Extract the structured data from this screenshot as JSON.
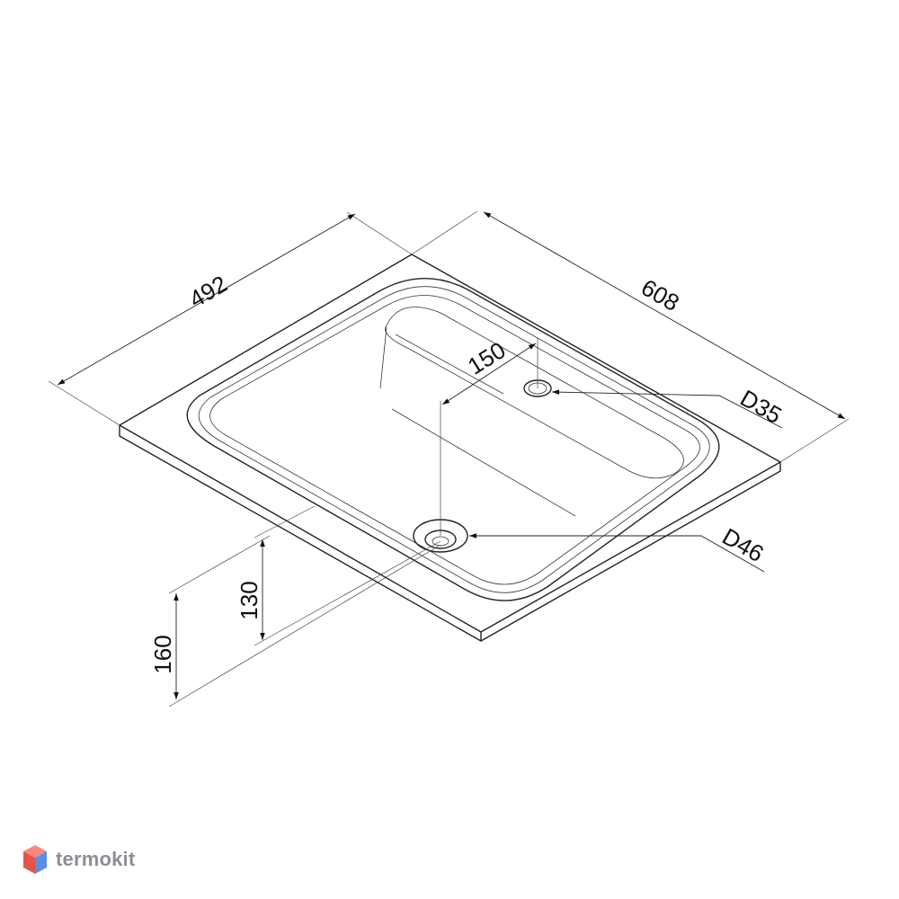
{
  "dimensions": {
    "width_left": "492",
    "width_right": "608",
    "offset_holes": "150",
    "drain_offset": "130",
    "drain_offset_full": "160",
    "faucet_hole": "D35",
    "drain_hole": "D46"
  },
  "logo": {
    "text": "termokit",
    "icon": "cube-logo-icon"
  },
  "colors": {
    "line": "#222222",
    "logo_text": "#8a8f96",
    "logo_top": "#f28b82",
    "logo_left": "#e5534b",
    "logo_right": "#5b8de0"
  }
}
